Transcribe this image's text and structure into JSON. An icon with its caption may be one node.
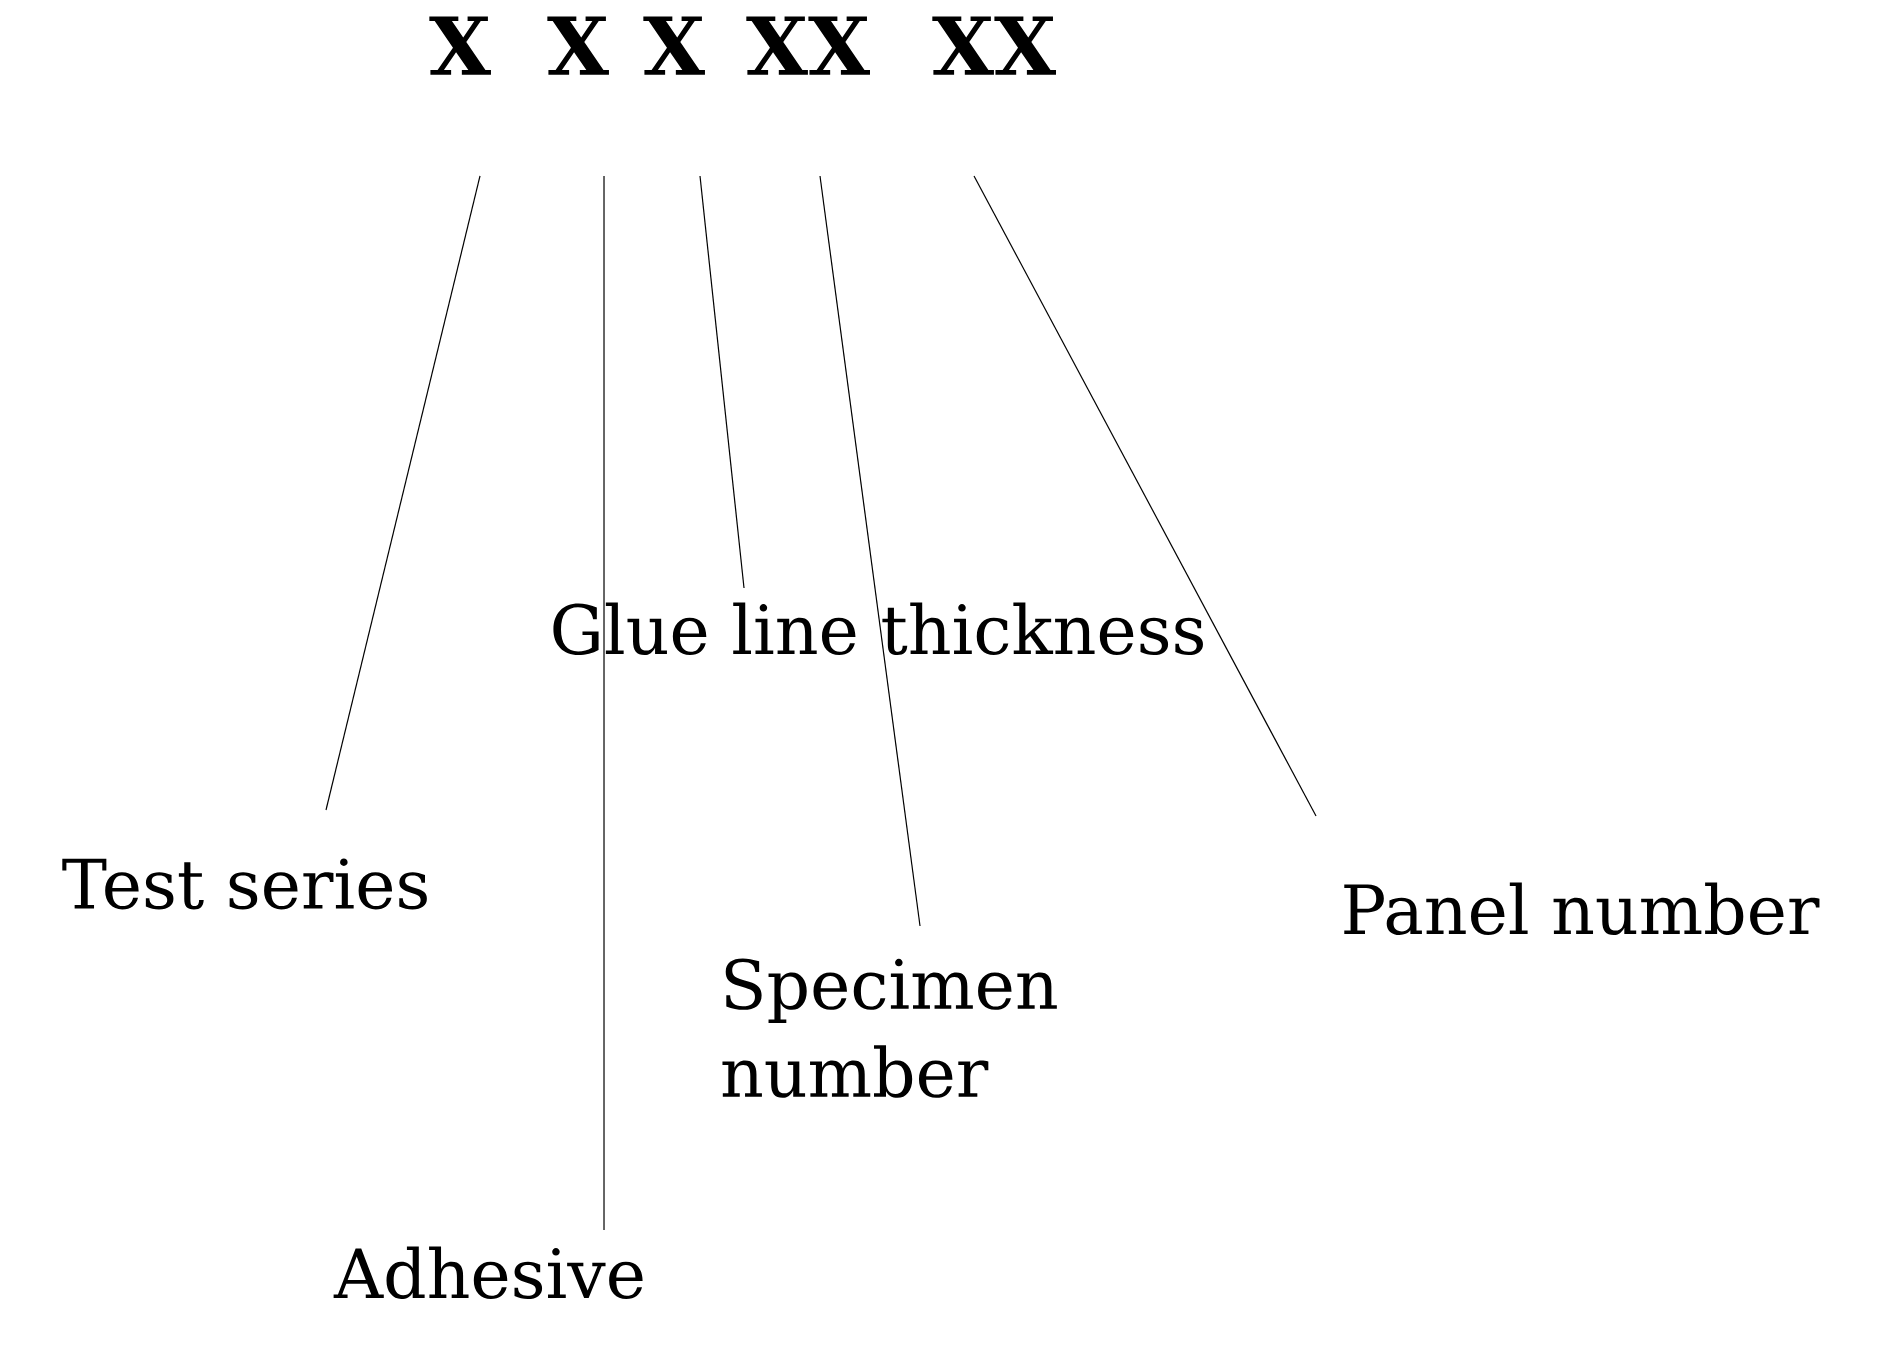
{
  "diagram": {
    "nodes": [
      {
        "text": [
          "X"
        ]
      },
      {
        "text": [
          "X"
        ]
      },
      {
        "text": [
          "X"
        ]
      },
      {
        "text": [
          "XX"
        ]
      },
      {
        "text": [
          "XX"
        ]
      },
      {
        "text": [
          "Test series"
        ]
      },
      {
        "text": [
          "Adhesive"
        ]
      },
      {
        "text": [
          "Glue line thickness"
        ]
      },
      {
        "text": [
          "Specimen number"
        ]
      },
      {
        "text": [
          "Panel number"
        ]
      }
    ],
    "edges": [
      {
        "from": 0,
        "to": 5,
        "arrow": "none"
      },
      {
        "from": 1,
        "to": 6,
        "arrow": "none"
      },
      {
        "from": 2,
        "to": 7,
        "arrow": "none"
      },
      {
        "from": 3,
        "to": 8,
        "arrow": "none"
      },
      {
        "from": 4,
        "to": 9,
        "arrow": "none"
      }
    ]
  }
}
